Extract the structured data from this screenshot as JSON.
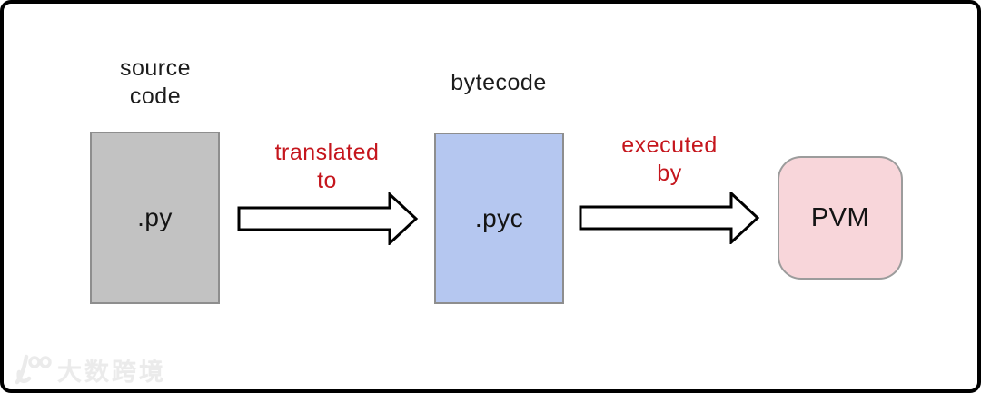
{
  "diagram": {
    "nodes": {
      "source": {
        "label_line1": "source",
        "label_line2": "code",
        "box_label": ".py",
        "fill": "#c2c2c2"
      },
      "bytecode": {
        "label_line1": "bytecode",
        "box_label": ".pyc",
        "fill": "#b5c7f0"
      },
      "pvm": {
        "box_label": "PVM",
        "fill": "#f8d6da"
      }
    },
    "arrows": {
      "translate": {
        "label_line1": "translated",
        "label_line2": "to"
      },
      "execute": {
        "label_line1": "executed",
        "label_line2": "by"
      }
    },
    "colors": {
      "flow_label_red": "#c5161d",
      "box_border_gray": "#8e8e8e",
      "arrow_outline": "#000000",
      "arrow_fill": "#ffffff",
      "frame_border": "#000000",
      "text_black": "#1c1c1c"
    }
  },
  "watermark": {
    "brand_text": "大数跨境",
    "logo": "100-circles-logo",
    "color": "#ebebeb"
  }
}
